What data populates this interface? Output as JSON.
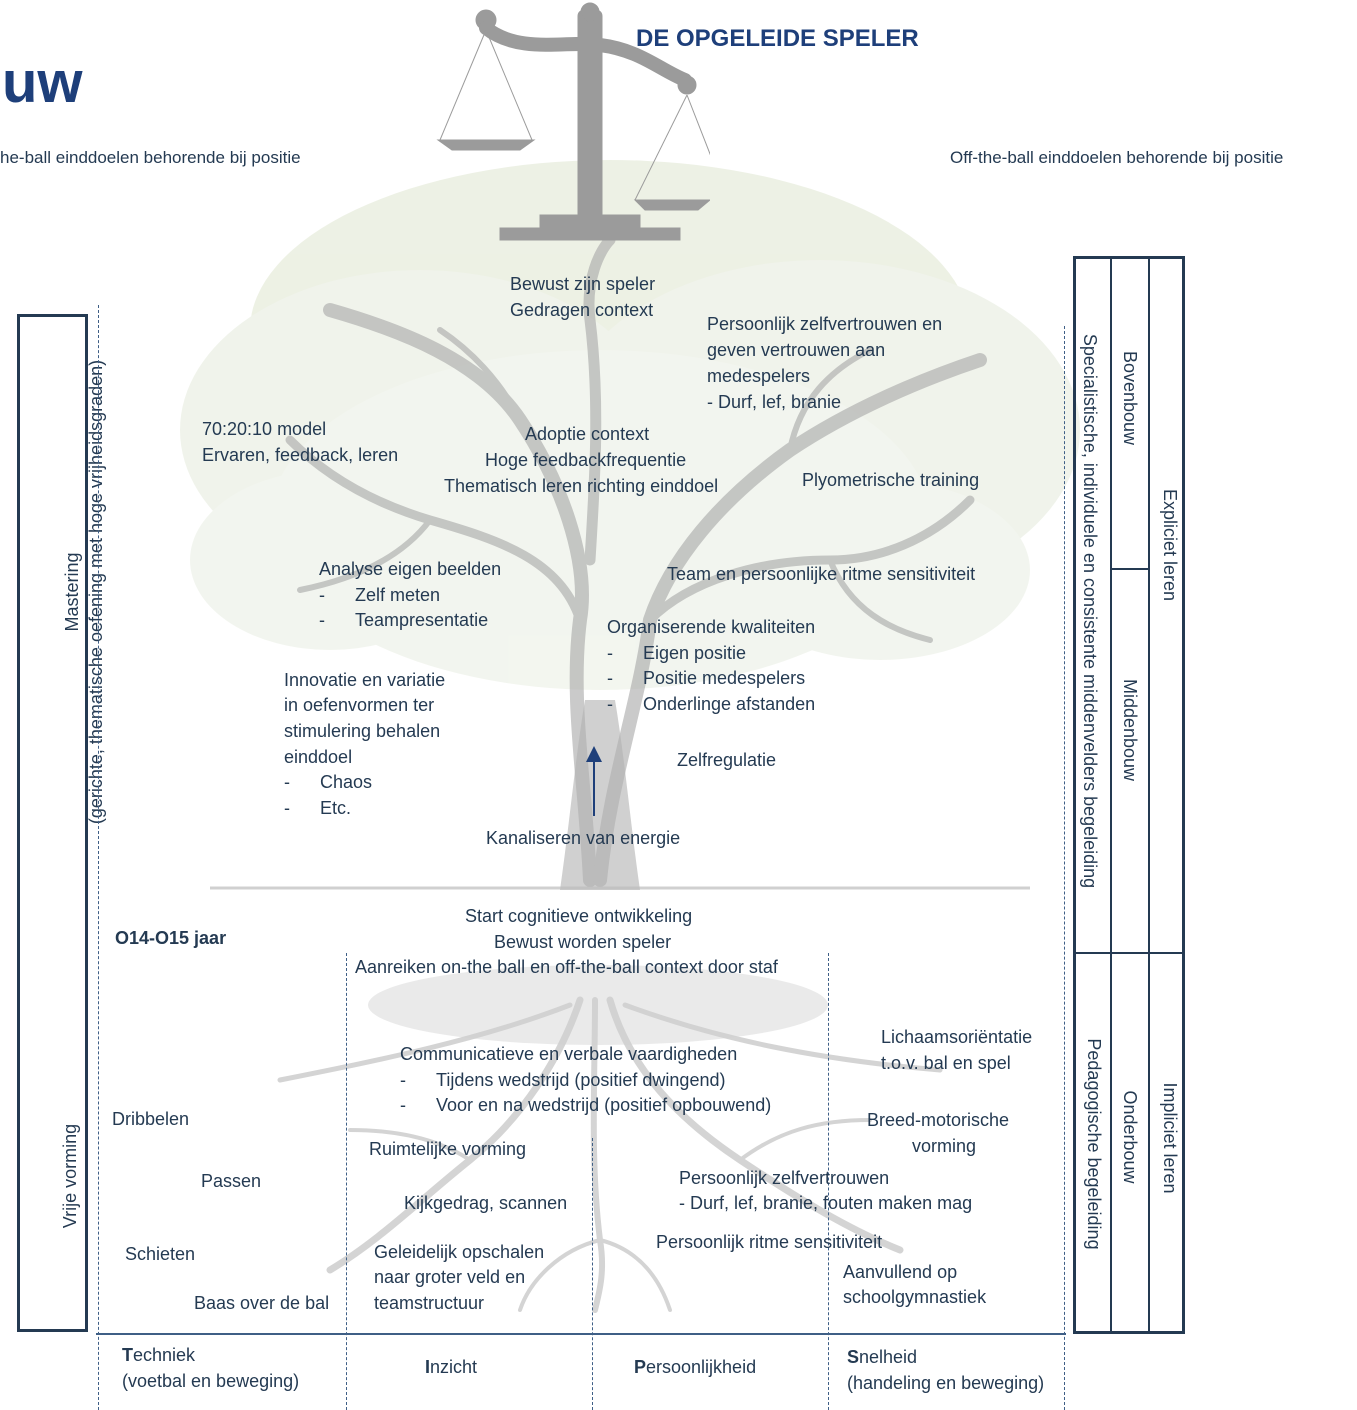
{
  "header": {
    "title_fragment": "uw",
    "main_title": "DE OPGELEIDE SPELER",
    "left_subtitle": "he-ball einddoelen behorende bij positie",
    "right_subtitle": "Off-the-ball einddoelen behorende bij positie"
  },
  "left_bar": {
    "top_line1": "Mastering",
    "top_line2": "(gerichte, thematische oefening met hoge vrijheidsgraden)",
    "bottom": "Vrije vorming"
  },
  "right_bar": {
    "col1_top": "Specialistische, individuele en consistente middenvelders begeleiding",
    "col1_bottom": "Pedagogische begeleiding",
    "col2_top": "Bovenbouw",
    "col2_mid": "Middenbouw",
    "col2_bottom": "Onderbouw",
    "col3_top": "Expliciet leren",
    "col3_bottom": "Impliciet leren"
  },
  "tree": {
    "crown_top": [
      "Bewust zijn speler",
      "Gedragen context"
    ],
    "confidence": [
      "Persoonlijk zelfvertrouwen en",
      "geven vertrouwen aan",
      "medespelers",
      "- Durf, lef, branie"
    ],
    "model": [
      "70:20:10 model",
      "Ervaren, feedback, leren"
    ],
    "adoption": [
      "Adoptie context",
      "Hoge feedbackfrequentie",
      "Thematisch leren richting einddoel"
    ],
    "plyometric": "Plyometrische training",
    "analysis_title": "Analyse eigen beelden",
    "analysis_items": [
      "Zelf meten",
      "Teampresentatie"
    ],
    "rhythm": "Team en persoonlijke ritme sensitiviteit",
    "organising_title": "Organiserende kwaliteiten",
    "organising_items": [
      "Eigen positie",
      "Positie medespelers",
      "Onderlinge afstanden"
    ],
    "innovation": [
      "Innovatie en variatie",
      "in oefenvormen ter",
      "stimulering behalen",
      "einddoel"
    ],
    "innovation_items": [
      "Chaos",
      "Etc."
    ],
    "self_regulation": "Zelfregulatie",
    "channeling": "Kanaliseren van energie"
  },
  "middle": {
    "age": "O14-O15 jaar",
    "lines": [
      "Start cognitieve ontwikkeling",
      "Bewust worden speler",
      "Aanreiken on-the ball en off-the-ball context door staf"
    ]
  },
  "roots": {
    "communication_title": "Communicatieve en verbale vaardigheden",
    "communication_items": [
      "Tijdens wedstrijd (positief dwingend)",
      "Voor en na wedstrijd (positief opbouwend)"
    ],
    "orientation": [
      "Lichaamsoriëntatie",
      "t.o.v. bal en spel"
    ],
    "motor": [
      "Breed-motorische",
      "vorming"
    ],
    "dribble": "Dribbelen",
    "pass": "Passen",
    "shoot": "Schieten",
    "ball_control": "Baas over de bal",
    "spatial": "Ruimtelijke vorming",
    "scanning": "Kijkgedrag, scannen",
    "scaling": [
      "Geleidelijk opschalen",
      "naar groter veld en",
      "teamstructuur"
    ],
    "self_confidence": [
      "Persoonlijk zelfvertrouwen",
      "- Durf, lef, branie, fouten maken mag"
    ],
    "personal_rhythm": "Persoonlijk ritme sensitiviteit",
    "supplement": [
      "Aanvullend op",
      "schoolgymnastiek"
    ]
  },
  "footer": {
    "techniek": {
      "initial": "T",
      "rest": "echniek",
      "sub": "(voetbal en beweging)"
    },
    "inzicht": {
      "initial": "I",
      "rest": "nzicht"
    },
    "persoonlijkheid": {
      "initial": "P",
      "rest": "ersoonlijkheid"
    },
    "snelheid": {
      "initial": "S",
      "rest": "nelheid",
      "sub": "(handeling en beweging)"
    }
  },
  "colors": {
    "text": "#243a52",
    "title": "#1e3f7a",
    "line": "#3f5f86",
    "tree": "#9a9a9a",
    "leaves": "#c9d4b4"
  }
}
